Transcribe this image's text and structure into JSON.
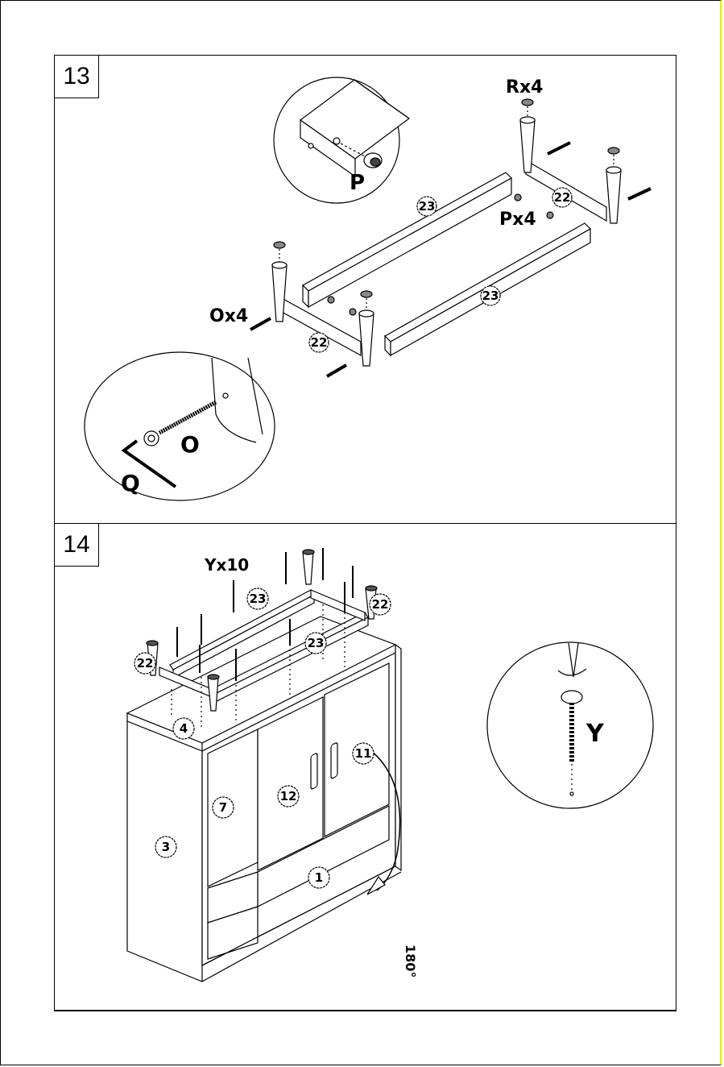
{
  "steps": [
    {
      "number": "13",
      "callouts": {
        "P": "P",
        "O": "O",
        "Q": "Q"
      },
      "quantities": {
        "R": "Rx4",
        "P": "Px4",
        "O": "Ox4"
      },
      "parts": [
        "23",
        "22",
        "23",
        "22"
      ]
    },
    {
      "number": "14",
      "quantities": {
        "Y": "Yx10"
      },
      "callouts": {
        "Y": "Y"
      },
      "parts": [
        "23",
        "22",
        "23",
        "22",
        "4",
        "7",
        "3",
        "12",
        "11",
        "1"
      ],
      "rotation": "180°"
    }
  ]
}
